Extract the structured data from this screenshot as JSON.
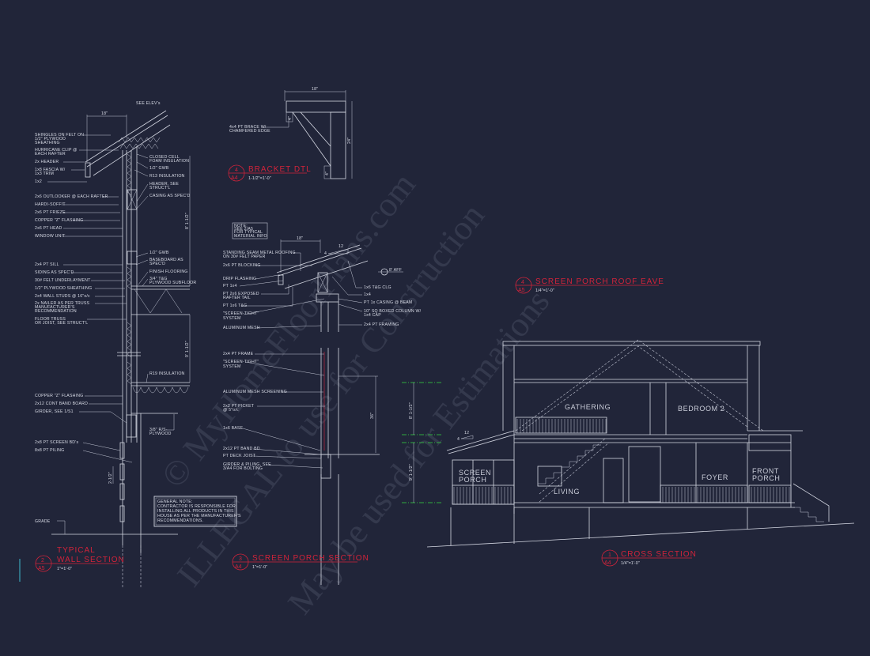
{
  "sheet": {
    "background": "#212539",
    "line_color": "#d4d7e2",
    "title_color": "#d2233a",
    "level_marker_color": "#2faa3f"
  },
  "watermark": {
    "line1": "© MyHomeFloorPlans.com",
    "line2": "ILLEGAL to use for Construction",
    "line3": "May be used for Estimations"
  },
  "wall_section": {
    "title_line1": "TYPICAL",
    "title_line2": "WALL SECTION",
    "detail_no": "2",
    "sheet_no": "A5",
    "scale": "1\"=1'-0\"",
    "overhang_dim": "18\"",
    "slope_tag": "SEE ELEV's",
    "upper_height": "8' 1-1/2\"",
    "lower_height": "9' 1-1/2\"",
    "pier_dim": "2-1/2\"",
    "left_labels": [
      "SHINGLES ON FELT ON",
      "1/2\" PLYWOOD",
      "SHEATHING",
      "HURRICANE CLIP @",
      "EACH RAFTER",
      "2x HEADER",
      "1x8 FASCIA W/",
      "1x3 TRIM",
      "1x2",
      "2x6 OUTLOOKER @ EACH RAFTER",
      "HARDI-SOFFIT",
      "2x6 PT FRIEZE",
      "COPPER \"Z\" FLASHING",
      "2x6 PT HEAD",
      "WINDOW UNIT",
      "2x4 PT SILL",
      "SIDING AS SPEC'D",
      "30# FELT UNDERLAYMENT",
      "1/2\" PLYWOOD SHEATHING",
      "2x4 WALL STUDS @ 16\"o/c",
      "2x NAILER AS PER TRUSS",
      "MANUFACTURER'S",
      "RECOMMENDATION",
      "FLOOR TRUSS",
      "OR JOIST, SEE STRUCT'L",
      "COPPER \"Z\" FLASHING",
      "2x12 CONT BAND BOARD",
      "GIRDER, SEE 1/S1",
      "2x8 PT SCREEN BD's",
      "8x8 PT PILING",
      "GRADE"
    ],
    "right_labels": [
      "CLOSED CELL",
      "FOAM INSULATION",
      "1/2\" GWB",
      "R13 INSULATION",
      "HEADER, SEE",
      "STRUCT'L",
      "CASING AS SPEC'D",
      "1/2\" GWB",
      "BASEBOARD AS",
      "SPEC'D",
      "FINISH FLOORING",
      "3/4\" T&G",
      "PLYWOOD SUBFLOOR",
      "R19 INSULATION",
      "3/8\" R/S-",
      "PLYWOOD"
    ]
  },
  "general_note": {
    "heading": "GENERAL NOTE:",
    "lines": [
      "CONTRACTOR IS RESPONSIBLE FOR",
      "INSTALLING ALL PRODUCTS IN THIS",
      "HOUSE AS PER THE MANUFACTURER'S",
      "RECOMMENDATIONS."
    ]
  },
  "bracket_detail": {
    "title": "BRACKET DTL",
    "detail_no": "4",
    "sheet_no": "A4",
    "scale": "1-1/2\"=1'-0\"",
    "width_dim": "18\"",
    "height_dim": "24\"",
    "small_dim_top": "4\"",
    "small_dim_bottom": "4\"",
    "label_line1": "4x4 PT BRACE W/",
    "label_line2": "CHAMFERED EDGE"
  },
  "screen_porch_section": {
    "title": "SCREEN PORCH SECTION",
    "detail_no": "3",
    "sheet_no": "A4",
    "scale": "1\"=1'-0\"",
    "overhang_dim": "18\"",
    "pitch_rise": "4",
    "pitch_run": "12",
    "aff": "8' AFF",
    "rail_height": "36\"",
    "note_lines": [
      "NOTE:",
      "SEE 2/A5",
      "FOR TYPICAL",
      "MATERIAL INFO"
    ],
    "left_labels": [
      "STANDING SEAM METAL ROOFING",
      "ON 30# FELT PAPER",
      "2x6 PT BLOCKING",
      "DRIP FLASHING",
      "PT 1x4",
      "PT 2x6 EXPOSED",
      "RAFTER TAIL",
      "PT 1x6 T&G",
      "\"SCREEN-TIGHT\"",
      "SYSTEM",
      "ALUMINUM MESH",
      "2x4 PT FRAME",
      "\"SCREEN-TIGHT\"",
      "SYSTEM",
      "ALUMINUM MESH SCREENING",
      "2x2 PT PICKET",
      "@ 5\"o/c",
      "1x6 BASE",
      "2x12 PT BAND BD",
      "PT DECK JOIST",
      "GIRDER & PILING, SEE",
      "3/A4 FOR BOLTING"
    ],
    "right_labels": [
      "1x6 T&G CLG",
      "1x4",
      "PT 1x CASING @ BEAM",
      "10\" SQ BOXED COLUMN W/",
      "1x4 CAP",
      "2x4 PT FRAMING"
    ]
  },
  "roof_eave": {
    "title": "SCREEN PORCH ROOF EAVE",
    "detail_no": "4",
    "sheet_no": "A5",
    "scale": "1/4\"=1'-0\""
  },
  "cross_section": {
    "title": "CROSS SECTION",
    "detail_no": "1",
    "sheet_no": "A4",
    "scale": "1/4\"=1'-0\"",
    "upper_level_height": "8' 1-1/2\"",
    "lower_level_height": "9' 1-1/2\"",
    "pitch_rise": "4",
    "pitch_run": "12",
    "rooms": [
      {
        "name": "GATHERING"
      },
      {
        "name": "BEDROOM 2"
      },
      {
        "name": "SCREEN",
        "name2": "PORCH"
      },
      {
        "name": "LIVING"
      },
      {
        "name": "FOYER"
      },
      {
        "name": "FRONT",
        "name2": "PORCH"
      }
    ]
  }
}
